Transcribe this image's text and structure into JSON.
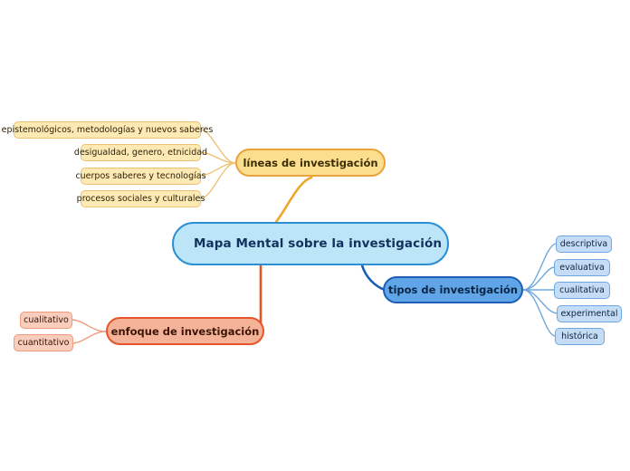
{
  "diagram": {
    "title": "Mapa Mental sobre la investigación",
    "background_color": "#ffffff",
    "root": {
      "label": "Mapa Mental sobre la investigación",
      "fill": "#bde5f8",
      "stroke": "#2b8fd4"
    },
    "branches": [
      {
        "id": "lineas",
        "label": "líneas de investigación",
        "fill": "#fcdf8e",
        "stroke": "#e8a33d",
        "edge_color": "#eda72d",
        "leaves": [
          "epistemológicos, metodologías y nuevos saberes",
          "desigualdad, genero, etnicidad",
          "cuerpos saberes y tecnologías",
          "procesos sociales y culturales"
        ]
      },
      {
        "id": "tipos",
        "label": "tipos de investigación",
        "fill": "#5fa5e8",
        "stroke": "#1a5fb4",
        "edge_color": "#1a5fb4",
        "leaves": [
          "descriptiva",
          "evaluativa",
          "cualitativa",
          "experimental",
          "histórica"
        ]
      },
      {
        "id": "enfoque",
        "label": "enfoque de investigación",
        "fill": "#f4b299",
        "stroke": "#e8542a",
        "edge_color": "#e8542a",
        "leaves": [
          "cualitativo",
          "cuantitativo"
        ]
      }
    ]
  }
}
